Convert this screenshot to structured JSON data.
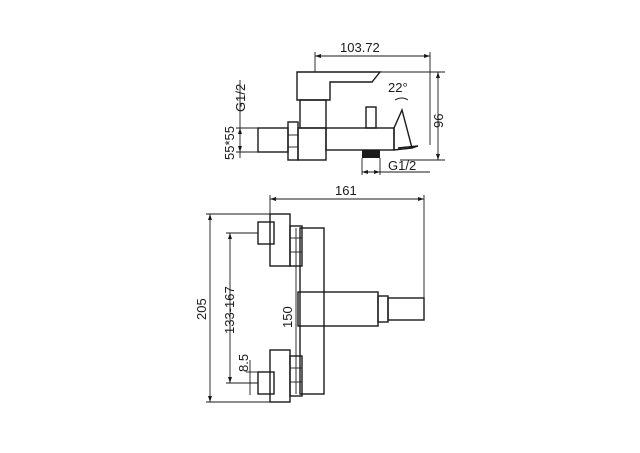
{
  "drawing": {
    "side_view": {
      "width_label": "103.72",
      "height_label": "96",
      "angle_label": "22°",
      "thread_top_label": "G1/2",
      "connector_size_label": "55*55",
      "thread_bottom_label": "G1/2"
    },
    "front_view": {
      "width_label": "161",
      "height_label": "205",
      "center_range_label": "133-167",
      "inner_height_label": "150",
      "offset_label": "8.5"
    }
  }
}
